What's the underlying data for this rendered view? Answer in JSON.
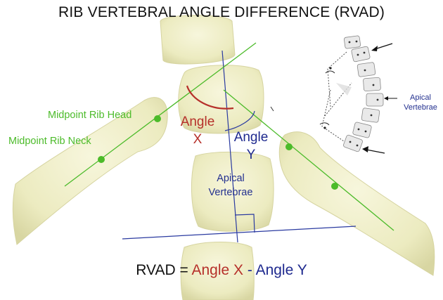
{
  "title": "RIB VERTEBRAL ANGLE DIFFERENCE (RVAD)",
  "labels": {
    "midpoint_rib_head": "Midpoint Rib Head",
    "midpoint_rib_neck": "Midpoint Rib Neck",
    "angle_x_line1": "Angle",
    "angle_x_line2": "X",
    "angle_y_line1": "Angle",
    "angle_y_line2": "Y",
    "apical_vertebrae_line1": "Apical",
    "apical_vertebrae_line2": "Vertebrae"
  },
  "inset": {
    "label_line1": "Apical",
    "label_line2": "Vertebrae"
  },
  "formula": {
    "lhs": "RVAD =",
    "angle_x": "Angle X",
    "minus": "-",
    "angle_y": "Angle Y"
  },
  "colors": {
    "bone": "#f1f0c8",
    "bone_shadow": "#d9d7a4",
    "green": "#4cbb2a",
    "red": "#b6302a",
    "blue": "#1f2a8f"
  }
}
